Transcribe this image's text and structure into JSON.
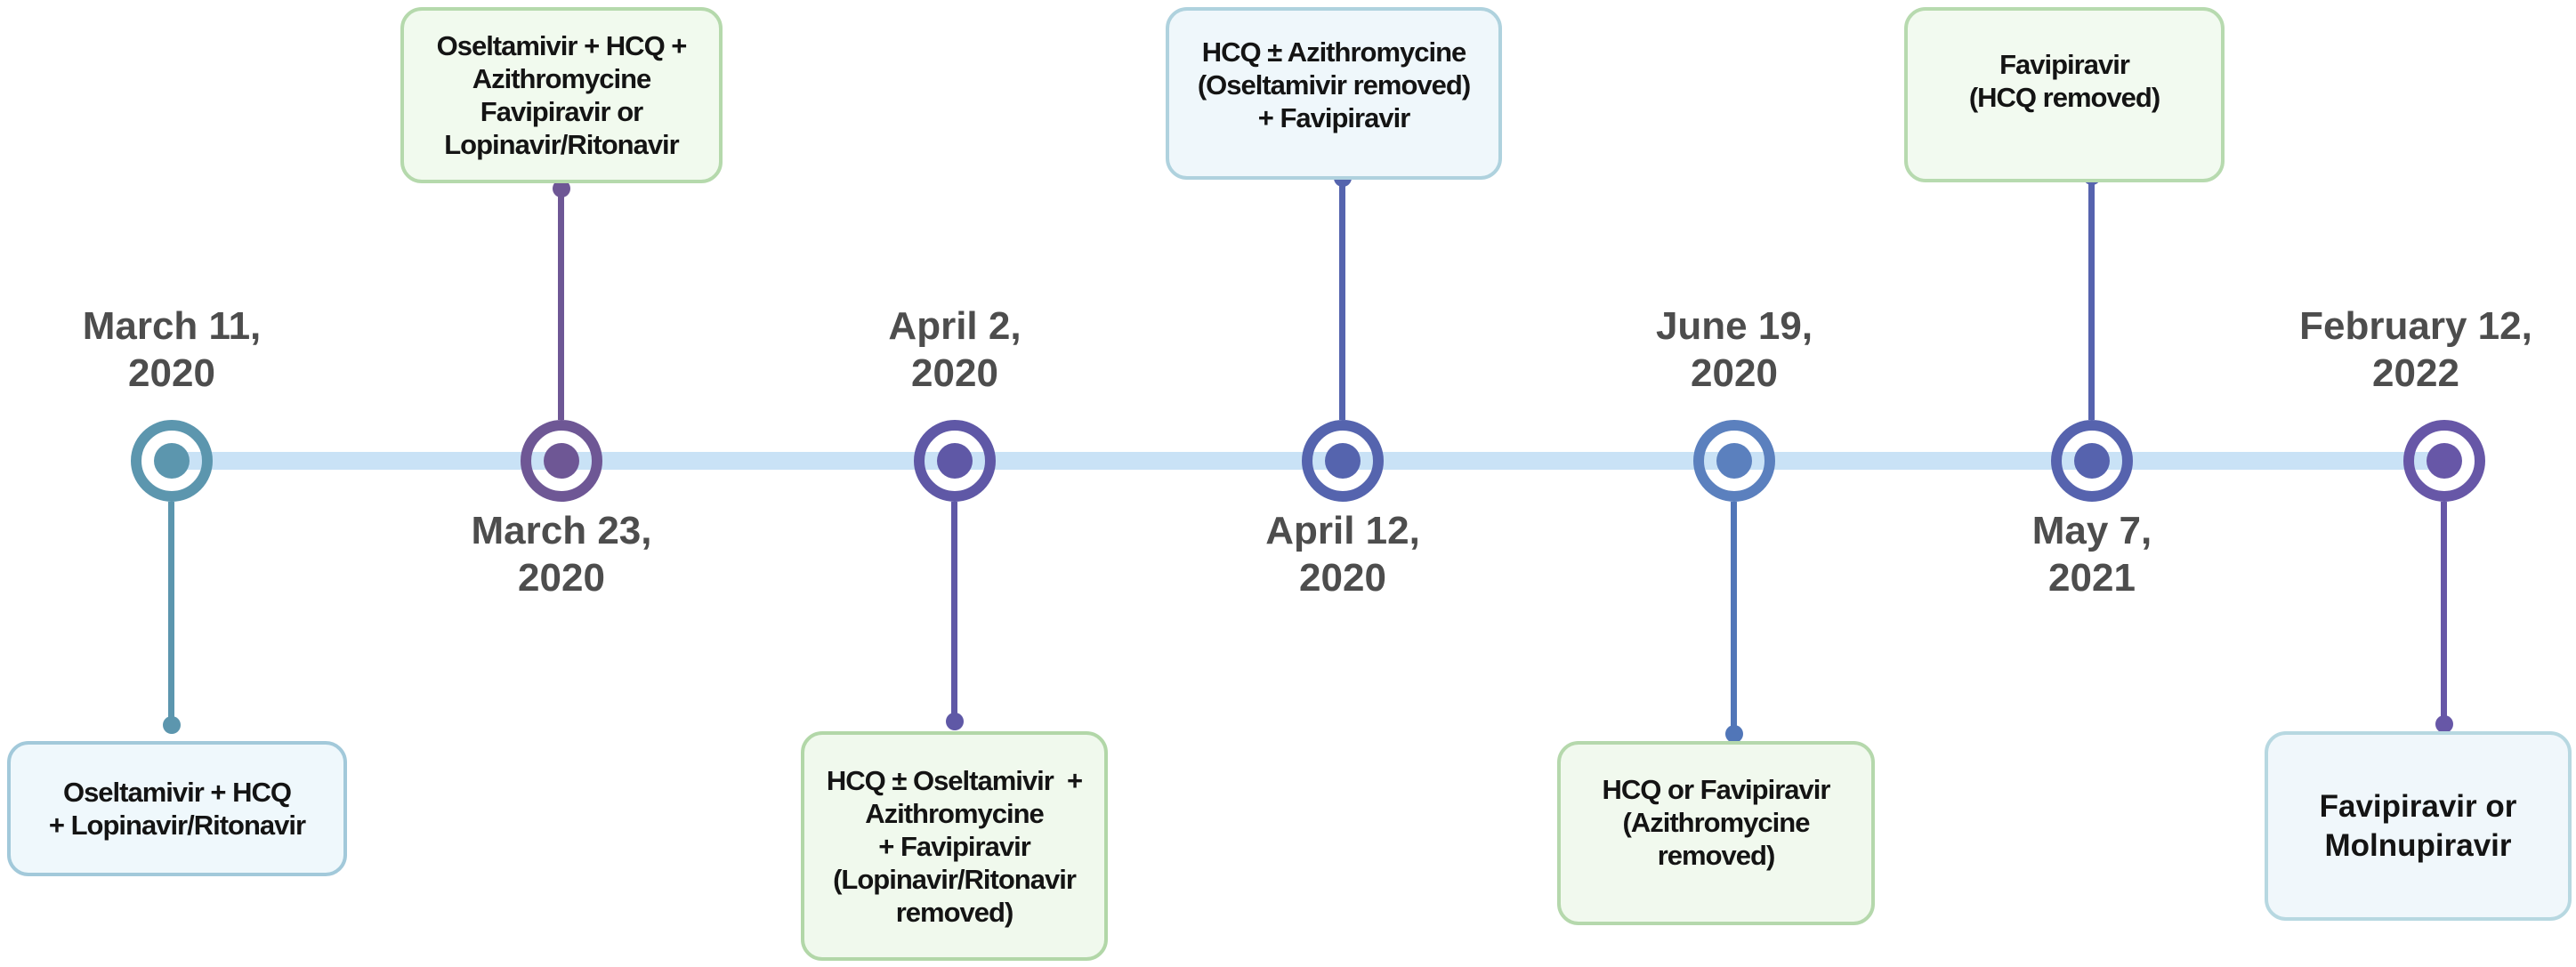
{
  "diagram_type": "horizontal-timeline",
  "background": "#FFFFFF",
  "timeline": {
    "color": "#C9E2F6"
  },
  "date_text_color": "#4D4D4D",
  "box_text_color": "#141414",
  "events": [
    {
      "date": [
        "March 11,",
        "2020"
      ],
      "date_side": "above",
      "box_side": "below",
      "treatment_lines": [
        "Oseltamivir + HCQ",
        "+ Lopinavir/Ritonavir"
      ],
      "colors": {
        "node": "#5C96AE",
        "connector": "#5C96AE",
        "box_fill": "#EFF8FC",
        "box_border": "#A2C9DA"
      }
    },
    {
      "date": [
        "March 23,",
        "2020"
      ],
      "date_side": "below",
      "box_side": "above",
      "treatment_lines": [
        "Oseltamivir + HCQ +",
        "Azithromycine",
        "Favipiravir or",
        "Lopinavir/Ritonavir"
      ],
      "colors": {
        "node": "#6E5795",
        "connector": "#6E5795",
        "box_fill": "#F1FAEE",
        "box_border": "#B5D9AC"
      }
    },
    {
      "date": [
        "April 2,",
        "2020"
      ],
      "date_side": "above",
      "box_side": "below",
      "treatment_lines": [
        "HCQ ± Oseltamivir  +",
        "Azithromycine",
        "+ Favipiravir",
        "(Lopinavir/Ritonavir",
        "removed)"
      ],
      "colors": {
        "node": "#5F58A6",
        "connector": "#5F58A6",
        "box_fill": "#F0F9ED",
        "box_border": "#B2D7A8"
      }
    },
    {
      "date": [
        "April 12,",
        "2020"
      ],
      "date_side": "below",
      "box_side": "above",
      "treatment_lines": [
        "HCQ ± Azithromycine",
        "(Oseltamivir removed)",
        "+ Favipiravir"
      ],
      "colors": {
        "node": "#5564AE",
        "connector": "#5564AE",
        "box_fill": "#EFF7FB",
        "box_border": "#AFD2DE"
      }
    },
    {
      "date": [
        "June 19,",
        "2020"
      ],
      "date_side": "above",
      "box_side": "below",
      "treatment_lines": [
        "HCQ or Favipiravir",
        "(Azithromycine",
        "removed)"
      ],
      "colors": {
        "node": "#5B80BE",
        "connector": "#5176B8",
        "box_fill": "#F1F9EE",
        "box_border": "#B5D8AC"
      }
    },
    {
      "date": [
        "May 7,",
        "2021"
      ],
      "date_side": "below",
      "box_side": "above",
      "treatment_lines": [
        "Favipiravir",
        "(HCQ removed)"
      ],
      "colors": {
        "node": "#5663AE",
        "connector": "#5663AE",
        "box_fill": "#F2FAF0",
        "box_border": "#B7DAAF"
      }
    },
    {
      "date": [
        "February 12,",
        "2022"
      ],
      "date_side": "above",
      "box_side": "below",
      "treatment_lines": [
        "Favipiravir or",
        "Molnupiravir"
      ],
      "colors": {
        "node": "#6757A7",
        "connector": "#6757A7",
        "box_fill": "#F0F7FB",
        "box_border": "#B7D8E1"
      }
    }
  ]
}
